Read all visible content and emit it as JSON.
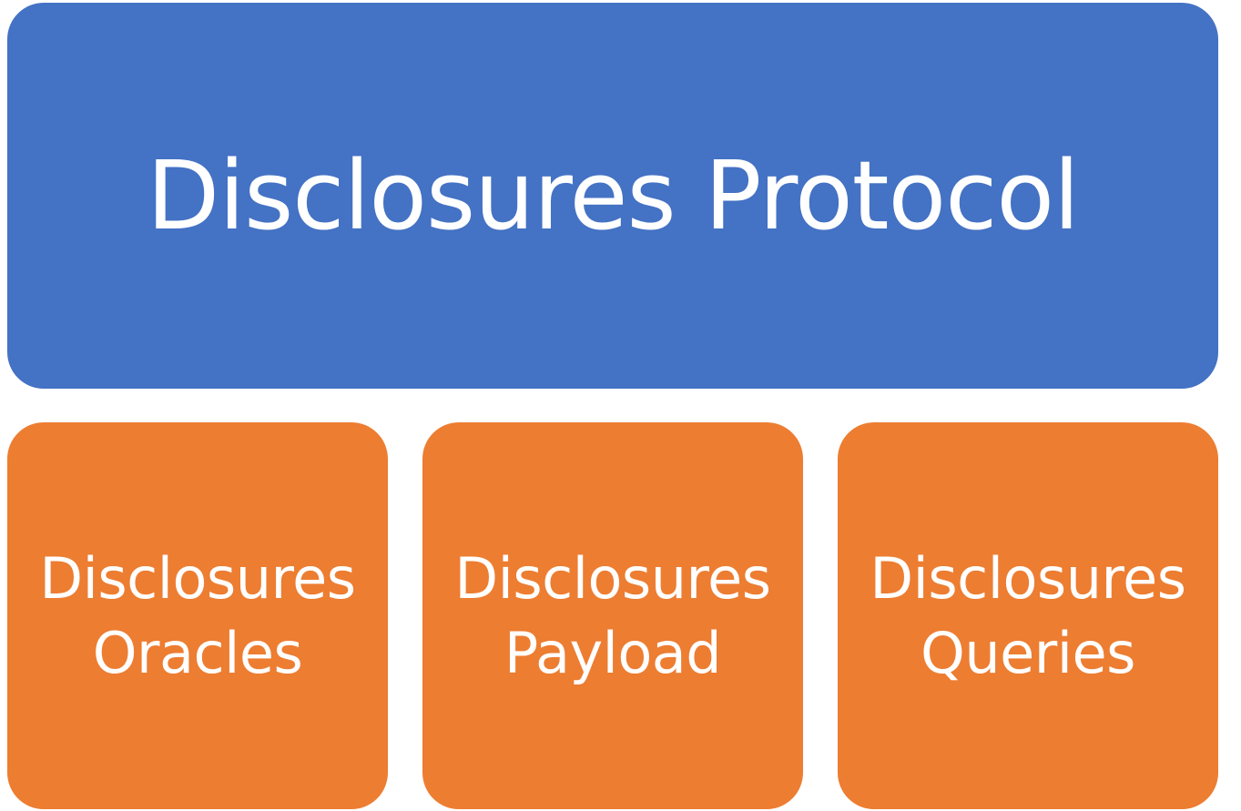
{
  "top": {
    "label": "Disclosures Protocol"
  },
  "children": [
    {
      "line1": "Disclosures",
      "line2": "Oracles"
    },
    {
      "line1": "Disclosures",
      "line2": "Payload"
    },
    {
      "line1": "Disclosures",
      "line2": "Queries"
    }
  ],
  "colors": {
    "top_fill": "#4472c4",
    "child_fill": "#ed7d31",
    "text": "#ffffff"
  }
}
